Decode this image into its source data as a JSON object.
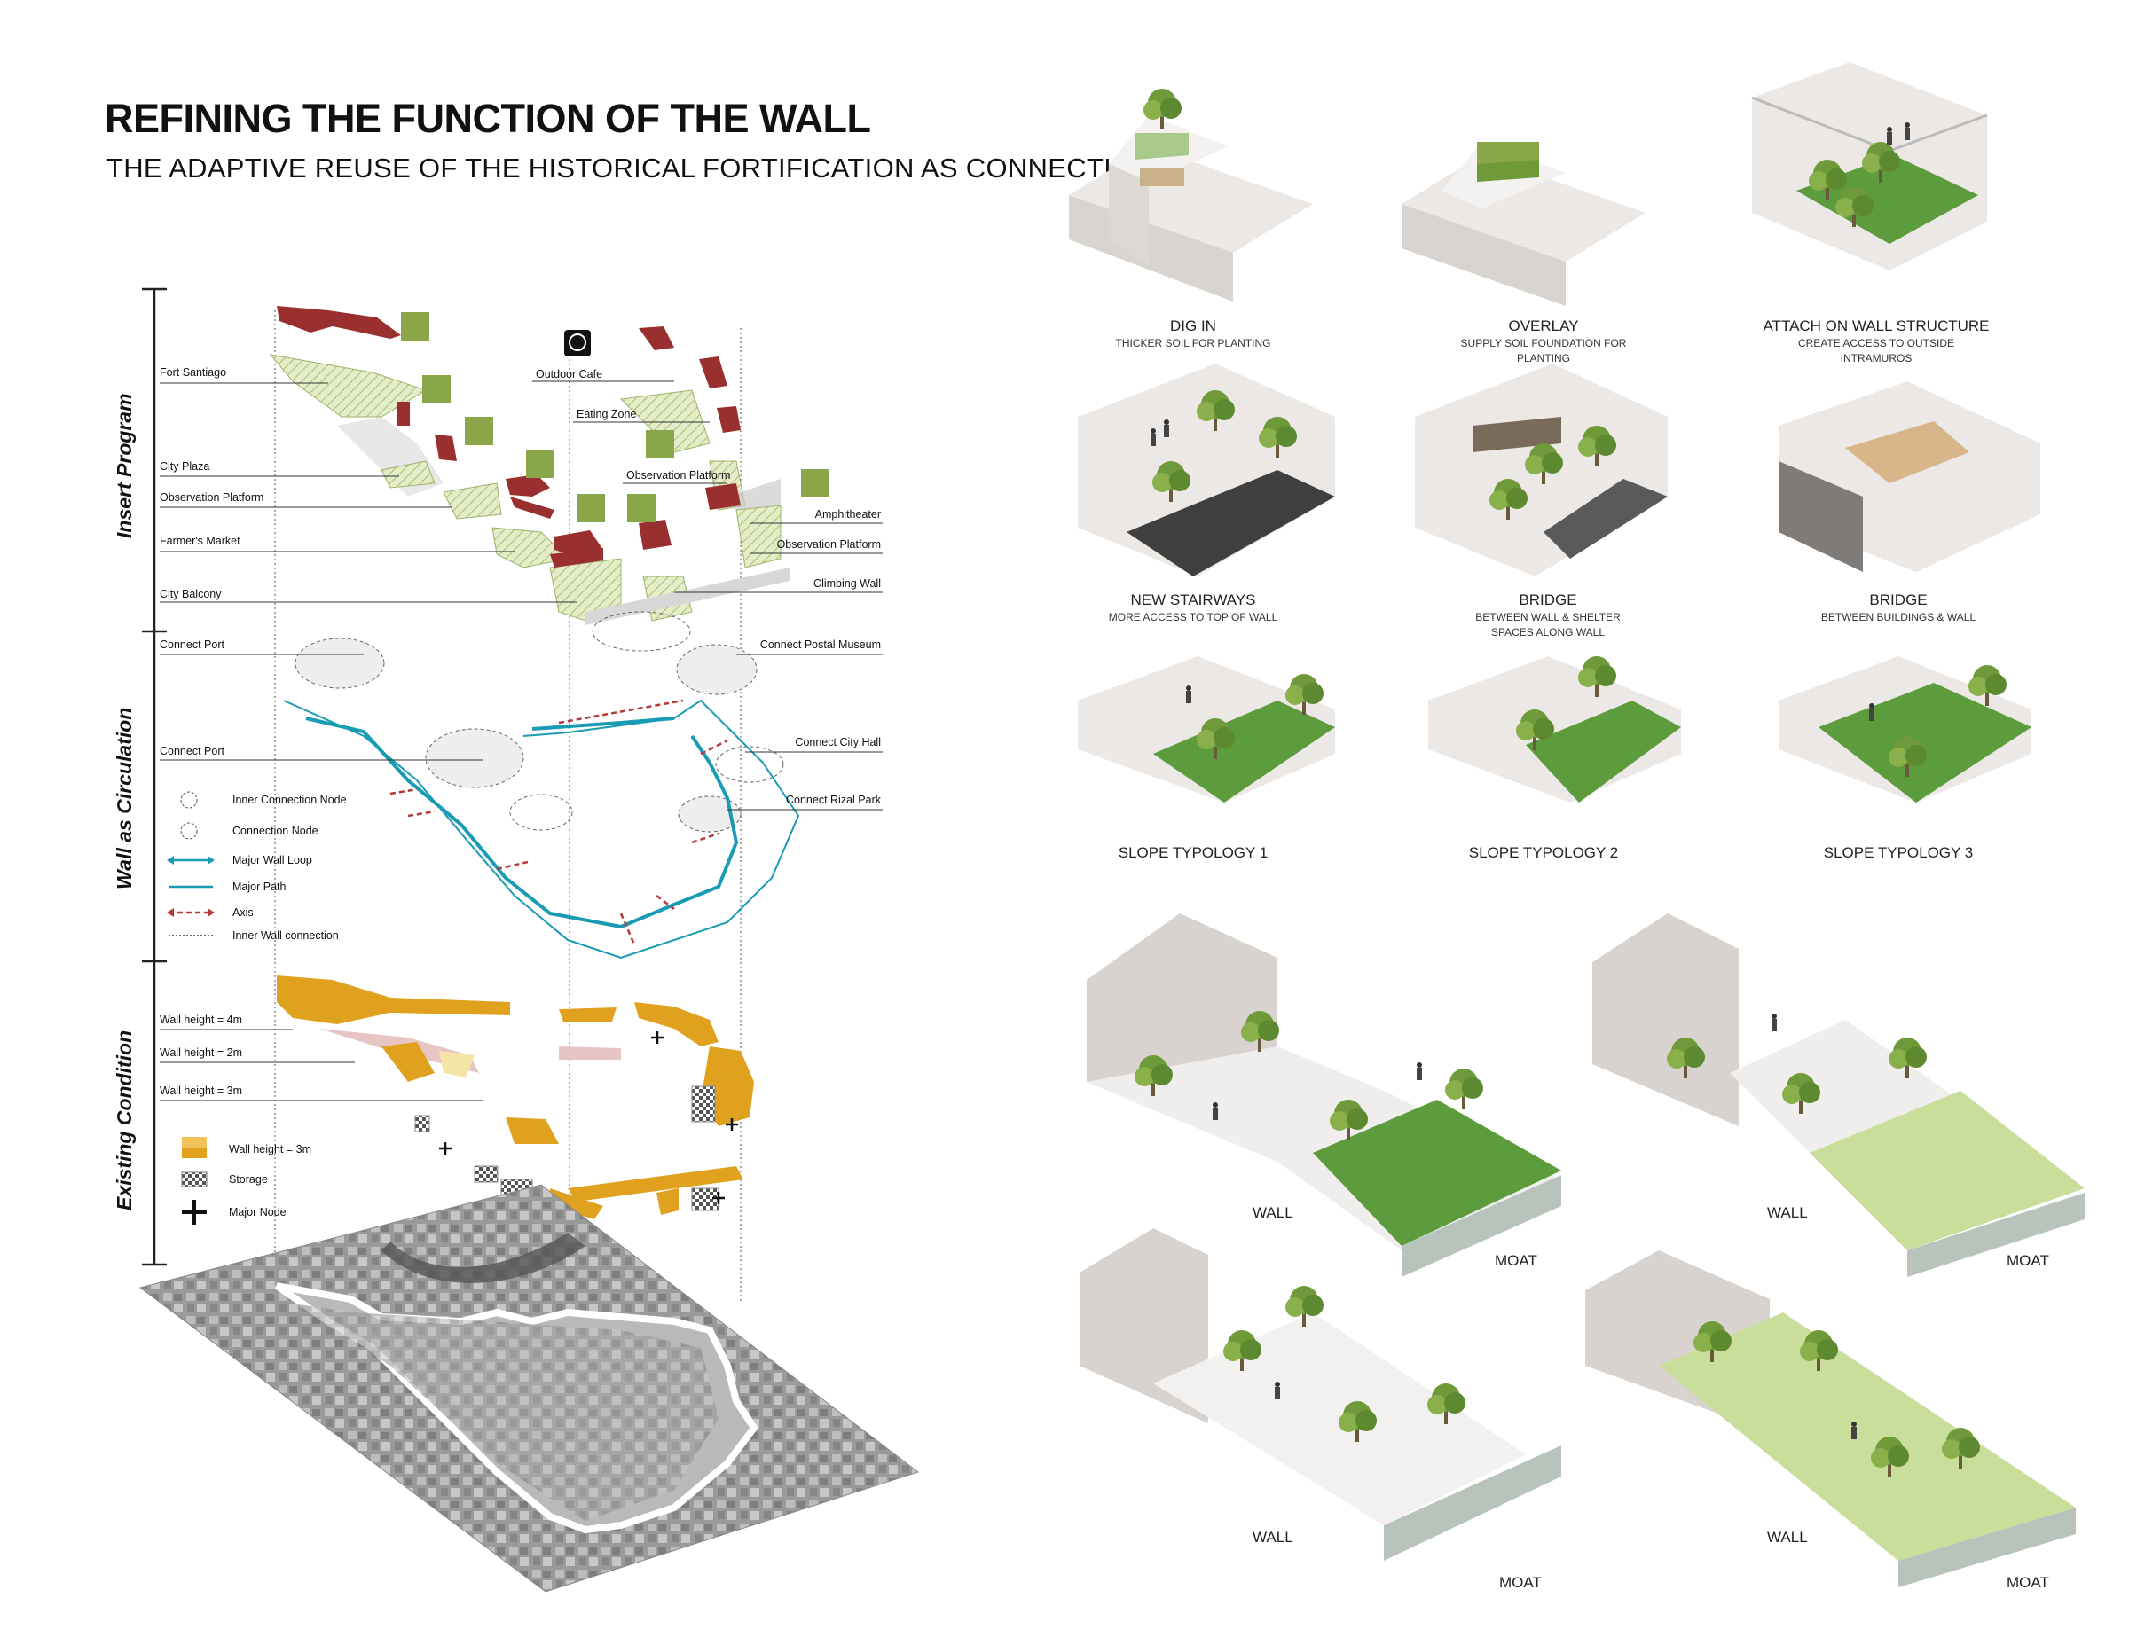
{
  "title": "REFINING THE FUNCTION OF THE WALL",
  "subtitle": "THE ADAPTIVE REUSE OF THE HISTORICAL FORTIFICATION AS CONNECTION",
  "sections": {
    "insert": "Insert Program",
    "circulation": "Wall as Circulation",
    "existing": "Existing Condition"
  },
  "program_labels": {
    "fort_santiago": "Fort Santiago",
    "city_plaza": "City Plaza",
    "observation_platform_left": "Observation Platform",
    "farmers_market": "Farmer's Market",
    "city_balcony": "City Balcony",
    "outdoor_cafe": "Outdoor Cafe",
    "eating_zone": "Eating Zone",
    "observation_platform_mid": "Observation Platform",
    "amphitheater": "Amphitheater",
    "observation_platform_right": "Observation Platform",
    "climbing_wall": "Climbing Wall"
  },
  "circulation_labels": {
    "connect_port_top": "Connect Port",
    "connect_postal_museum": "Connect Postal Museum",
    "connect_port_mid": "Connect Port",
    "connect_city_hall": "Connect City Hall",
    "connect_rizal_park": "Connect Rizal Park"
  },
  "circulation_legend": {
    "inner_node": "Inner Connection Node",
    "node": "Connection Node",
    "major_loop": "Major Wall Loop",
    "major_path": "Major Path",
    "axis": "Axis",
    "inner_connection": "Inner Wall connection"
  },
  "existing_labels": {
    "h4": "Wall height = 4m",
    "h2": "Wall height = 2m",
    "h3": "Wall height = 3m"
  },
  "existing_legend": {
    "wall3": "Wall height = 3m",
    "storage": "Storage",
    "major_node": "Major Node"
  },
  "typologies": [
    {
      "title": "DIG IN",
      "sub1": "THICKER SOIL FOR PLANTING",
      "sub2": ""
    },
    {
      "title": "OVERLAY",
      "sub1": "SUPPLY SOIL FOUNDATION FOR",
      "sub2": "PLANTING"
    },
    {
      "title": "ATTACH ON WALL STRUCTURE",
      "sub1": "CREATE ACCESS TO OUTSIDE",
      "sub2": "INTRAMUROS"
    },
    {
      "title": "NEW STAIRWAYS",
      "sub1": "MORE ACCESS TO TOP OF WALL",
      "sub2": ""
    },
    {
      "title": "BRIDGE",
      "sub1": "BETWEEN WALL & SHELTER",
      "sub2": "SPACES ALONG WALL"
    },
    {
      "title": "BRIDGE",
      "sub1": "BETWEEN BUILDINGS & WALL",
      "sub2": ""
    },
    {
      "title": "SLOPE TYPOLOGY 1",
      "sub1": "",
      "sub2": ""
    },
    {
      "title": "SLOPE TYPOLOGY 2",
      "sub1": "",
      "sub2": ""
    },
    {
      "title": "SLOPE TYPOLOGY 3",
      "sub1": "",
      "sub2": ""
    }
  ],
  "sections_big": [
    {
      "wall": "WALL",
      "moat": "MOAT"
    },
    {
      "wall": "WALL",
      "moat": "MOAT"
    },
    {
      "wall": "WALL",
      "moat": "MOAT"
    },
    {
      "wall": "WALL",
      "moat": "MOAT"
    }
  ],
  "colors": {
    "program_red": "#9a2f2f",
    "hatch_green": "#cfdcaa",
    "icon_green": "#8aa64a",
    "circulation_blue": "#1a9bb4",
    "axis_red": "#b43a3a",
    "wall_gold": "#e0a21e",
    "grass": "#5c9c3c",
    "concrete": "#e6e3e0"
  }
}
